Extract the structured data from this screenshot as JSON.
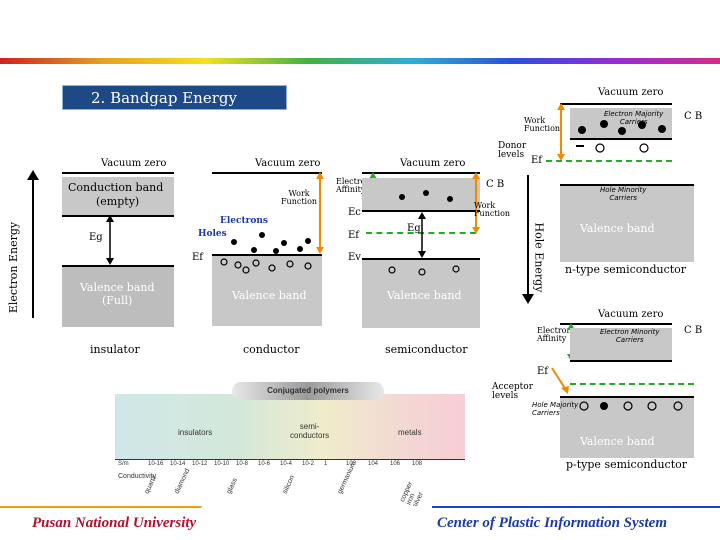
{
  "title": "2. Bandgap Energy",
  "footer": {
    "university": "Pusan National University",
    "center": "Center of Plastic Information System"
  },
  "axis": {
    "electron_energy": "Electron Energy",
    "hole_energy": "Hole Energy"
  },
  "insulator": {
    "vacuum": "Vacuum zero",
    "conduction": "Conduction band",
    "conduction_sub": "(empty)",
    "eg": "Eg",
    "valence": "Valence band",
    "valence_sub": "(Full)",
    "caption": "insulator"
  },
  "conductor": {
    "vacuum": "Vacuum zero",
    "work_function": "Work\nFunction",
    "electrons": "Electrons",
    "holes": "Holes",
    "ef": "Ef",
    "valence": "Valence band",
    "caption": "conductor"
  },
  "semiconductor": {
    "vacuum": "Vacuum zero",
    "electron_affinity": "Electron\nAffinity",
    "ec": "Ec",
    "ef": "Ef",
    "eg": "Eg",
    "ev": "Ev",
    "cb": "C B",
    "work_function": "Work\nFunction",
    "valence": "Valence band",
    "caption": "semiconductor"
  },
  "ntype": {
    "vacuum": "Vacuum zero",
    "work_function": "Work\nFunction",
    "majority": "Electron Majority\nCarriers",
    "cb": "C B",
    "donor": "Donor\nlevels",
    "ef": "Ef",
    "minority": "Hole Minority\nCarriers",
    "valence": "Valence band",
    "caption": "n-type semiconductor"
  },
  "ptype": {
    "vacuum": "Vacuum zero",
    "electron_affinity": "Electron\nAffinity",
    "minority": "Electron Minority\nCarriers",
    "cb": "C B",
    "ef": "Ef",
    "acceptor": "Acceptor\nlevels",
    "majority": "Hole Majority\nCarriers",
    "valence": "Valence band",
    "caption": "p-type semiconductor"
  },
  "spectrum": {
    "header": "Conjugated polymers",
    "insulators": "insulators",
    "semiconductors": "semi-\nconductors",
    "metals": "metals",
    "unit": "S/m",
    "conductivity": "Conductivity",
    "ticks": [
      "10-16",
      "10-14",
      "10-12",
      "10-10",
      "10-8",
      "10-6",
      "10-4",
      "10-2",
      "1",
      "102",
      "104",
      "106",
      "108"
    ],
    "materials": [
      "quartz",
      "diamond",
      "glass",
      "silicon",
      "germanium",
      "copper\niron\nsilver"
    ],
    "colors": {
      "insulators": "#d0e7ea",
      "semiconductors": "#f0eccb",
      "metals": "#f8cdd5"
    }
  }
}
